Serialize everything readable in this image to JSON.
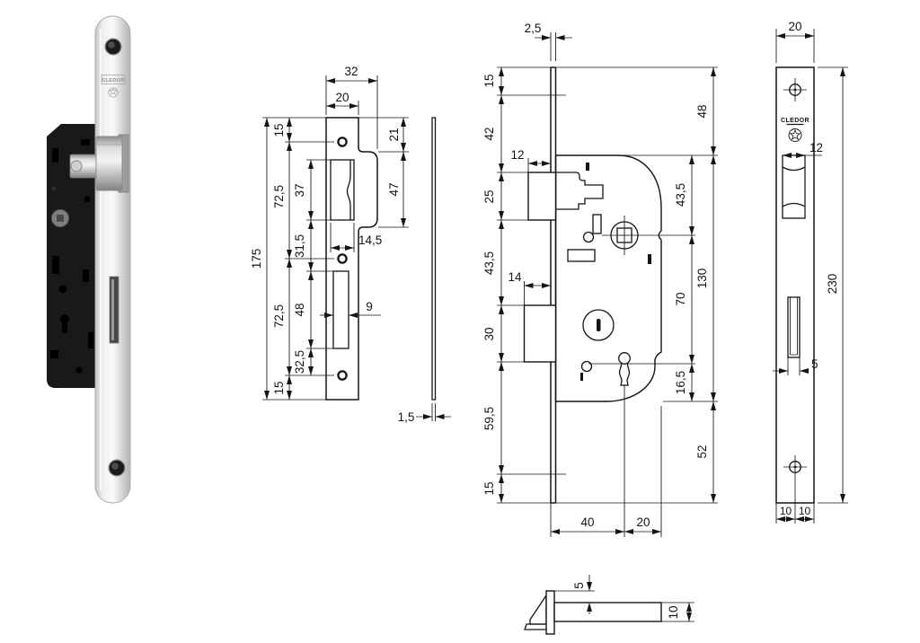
{
  "brand": "CLEDOR",
  "figures": {
    "photo": {
      "name": "mortise-lock-product-photo",
      "brand": "CLEDOR"
    },
    "strike_plate": {
      "name": "strike-plate-front-view",
      "dims": {
        "total_width": "32",
        "face_width": "20",
        "top_hole": "15",
        "tab_top": "21",
        "latch_window_h": "37",
        "tab_height": "47",
        "upper_span": "72,5",
        "latch_window_w": "14,5",
        "mid_gap": "31,5",
        "total_height": "175",
        "bolt_window_h": "48",
        "bolt_window_w": "9",
        "lower_span": "72,5",
        "bottom_gap": "32,5",
        "bottom_hole": "15",
        "thickness": "1,5"
      }
    },
    "lock_case": {
      "name": "lock-case-side-view",
      "dims": {
        "faceplate_t": "2,5",
        "top_margin": "15",
        "latch_top": "42",
        "case_top": "48",
        "latch_out": "12",
        "latch_cutout": "25",
        "follower_top": "43,5",
        "left_mid": "43,5",
        "bolt_out": "14",
        "bolt_cutout": "30",
        "axis_span": "70",
        "case_height": "130",
        "key_bottom": "16,5",
        "lower_span": "59,5",
        "case_bottom": "52",
        "bottom_margin": "15",
        "backset": "40",
        "depth": "20"
      }
    },
    "faceplate": {
      "name": "faceplate-front-view",
      "brand": "CLEDOR",
      "dims": {
        "width": "20",
        "latch_opening": "12",
        "height": "230",
        "bolt_opening": "5",
        "hole_left": "10",
        "hole_right": "10"
      }
    },
    "latch_side": {
      "name": "latch-bolt-side-view",
      "dims": {
        "head_step": "5",
        "bolt_height": "10"
      }
    }
  }
}
